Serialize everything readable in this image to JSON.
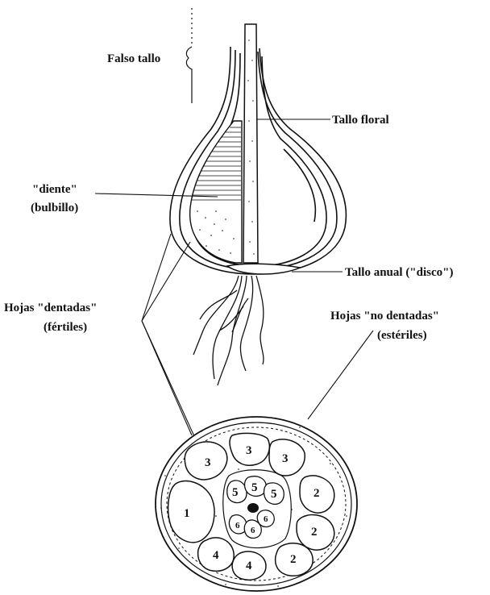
{
  "labels": {
    "falso_tallo": "Falso tallo",
    "tallo_floral": "Tallo floral",
    "diente": "\"diente\"",
    "bulbillo": "(bulbillo)",
    "tallo_anual": "Tallo anual (\"disco\")",
    "hojas_dentadas": "Hojas \"dentadas\"",
    "fertiles": "(fértiles)",
    "hojas_no_dentadas": "Hojas \"no dentadas\"",
    "esteriles": "(estériles)"
  },
  "cross_section": {
    "clove_numbers": {
      "c1": "1",
      "c2a": "2",
      "c2b": "2",
      "c2c": "2",
      "c3a": "3",
      "c3b": "3",
      "c3c": "3",
      "c4a": "4",
      "c4b": "4",
      "c5a": "5",
      "c5b": "5",
      "c5c": "5",
      "c6a": "6",
      "c6b": "6",
      "c6c": "6"
    }
  }
}
